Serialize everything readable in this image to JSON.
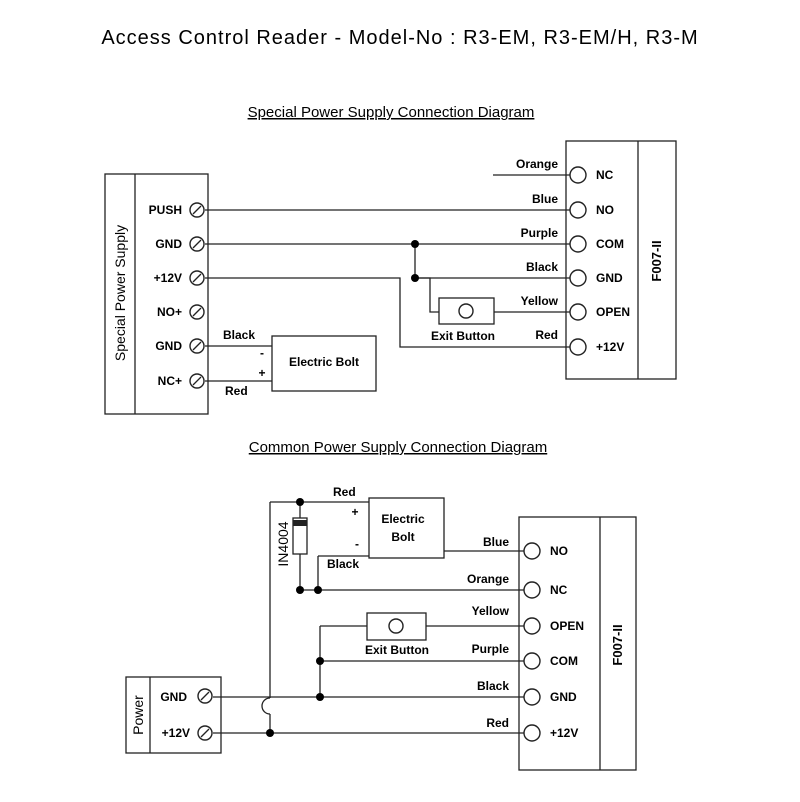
{
  "title": "Access Control Reader -  Model-No : R3-EM, R3-EM/H, R3-M",
  "special": {
    "subtitle": "Special Power Supply Connection Diagram",
    "supply_label": "Special Power Supply",
    "supply_terminals": [
      "PUSH",
      "GND",
      "+12V",
      "NO+",
      "GND",
      "NC+"
    ],
    "reader_label": "F007-II",
    "reader_terminals": [
      "NC",
      "NO",
      "COM",
      "GND",
      "OPEN",
      "+12V"
    ],
    "wire_labels": [
      "Orange",
      "Blue",
      "Purple",
      "Black",
      "Yellow",
      "Red"
    ],
    "exit_button": "Exit Button",
    "electric_bolt": "Electric Bolt",
    "bolt_wire_black": "Black",
    "bolt_wire_red": "Red",
    "bolt_minus": "-",
    "bolt_plus": "+"
  },
  "common": {
    "subtitle": "Common Power Supply Connection Diagram",
    "power_label": "Power",
    "power_terminals": [
      "GND",
      "+12V"
    ],
    "reader_label": "F007-II",
    "reader_terminals": [
      "NO",
      "NC",
      "OPEN",
      "COM",
      "GND",
      "+12V"
    ],
    "wire_labels": [
      "Blue",
      "Orange",
      "Yellow",
      "Purple",
      "Black",
      "Red"
    ],
    "diode_label": "IN4004",
    "electric_bolt_line1": "Electric",
    "electric_bolt_line2": "Bolt",
    "bolt_wire_red": "Red",
    "bolt_wire_black": "Black",
    "bolt_plus": "+",
    "bolt_minus": "-",
    "exit_button": "Exit Button"
  }
}
